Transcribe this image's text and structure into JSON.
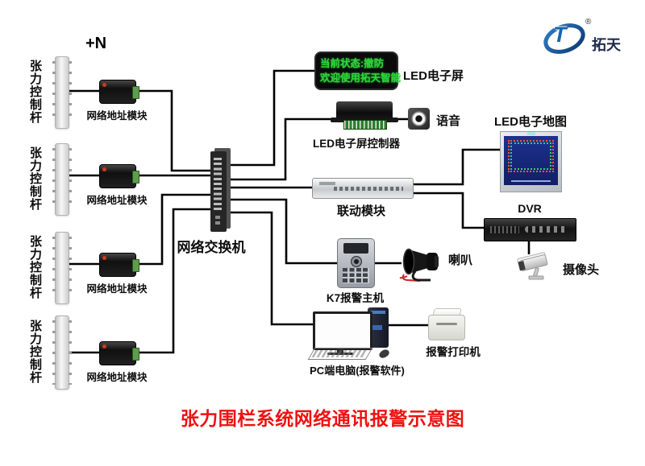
{
  "title": "张力围栏系统网络通讯报警示意图",
  "top_left_note": "+N",
  "logo": {
    "brand": "拓天",
    "registered": "®",
    "monogram": "T"
  },
  "left": {
    "pole_label": "张力控制杆",
    "module_label": "网络地址模块"
  },
  "switch": {
    "label": "网络交换机"
  },
  "led_screen": {
    "label": "LED电子屏",
    "line1": "当前状态:撤防",
    "line2": "欢迎使用拓天智能"
  },
  "led_controller": {
    "label": "LED电子屏控制器"
  },
  "voice": {
    "label": "语音"
  },
  "linkage": {
    "label": "联动模块"
  },
  "led_map": {
    "label": "LED电子地图"
  },
  "dvr": {
    "label": "DVR"
  },
  "camera": {
    "label": "摄像头"
  },
  "k7": {
    "label": "K7报警主机"
  },
  "horn": {
    "label": "喇叭"
  },
  "pc": {
    "label": "PC端电脑(报警软件)"
  },
  "printer": {
    "label": "报警打印机"
  },
  "colors": {
    "title_red": "#ee1111",
    "led_green": "#2fd43a",
    "logo_blue": "#1565ad",
    "map_blue": "#1b2d87"
  }
}
